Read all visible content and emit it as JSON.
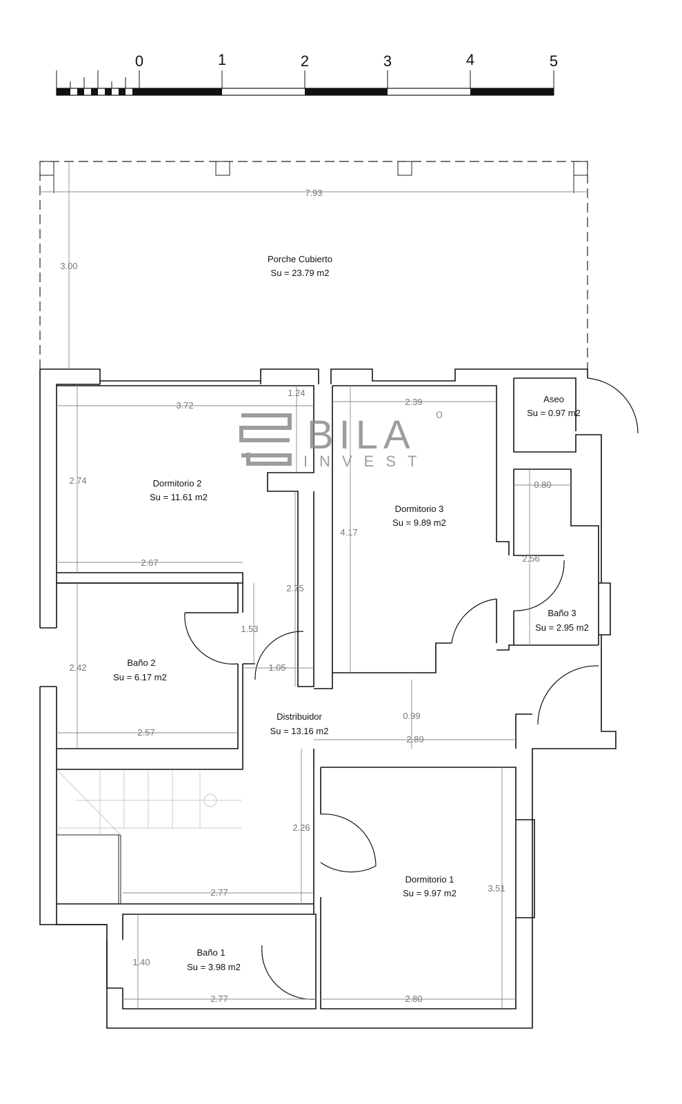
{
  "scale_bar": {
    "labels": [
      "0",
      "1",
      "2",
      "3",
      "4",
      "5"
    ],
    "unit_count": 5
  },
  "logo": {
    "name": "BILA",
    "degree": "o",
    "sub": "INVEST"
  },
  "rooms": [
    {
      "name": "Porche Cubierto",
      "area": "Su = 23.79 m2"
    },
    {
      "name": "Dormitorio 2",
      "area": "Su = 11.61 m2"
    },
    {
      "name": "Dormitorio 3",
      "area": "Su = 9.89 m2"
    },
    {
      "name": "Aseo",
      "area": "Su = 0.97 m2"
    },
    {
      "name": "Baño 3",
      "area": "Su = 2.95 m2"
    },
    {
      "name": "Baño 2",
      "area": "Su = 6.17 m2"
    },
    {
      "name": "Distribuidor",
      "area": "Su = 13.16 m2"
    },
    {
      "name": "Dormitorio 1",
      "area": "Su = 9.97 m2"
    },
    {
      "name": "Baño 1",
      "area": "Su = 3.98 m2"
    }
  ],
  "dimensions": [
    "7.93",
    "3.00",
    "3.72",
    "1.24",
    "2.39",
    "0.80",
    "2.74",
    "4.17",
    "2.67",
    "2.56",
    "2.75",
    "1.53",
    "1.05",
    "2.42",
    "0.99",
    "2.57",
    "2.89",
    "2.26",
    "2.77",
    "3.51",
    "1.40",
    "2.77",
    "2.80"
  ]
}
